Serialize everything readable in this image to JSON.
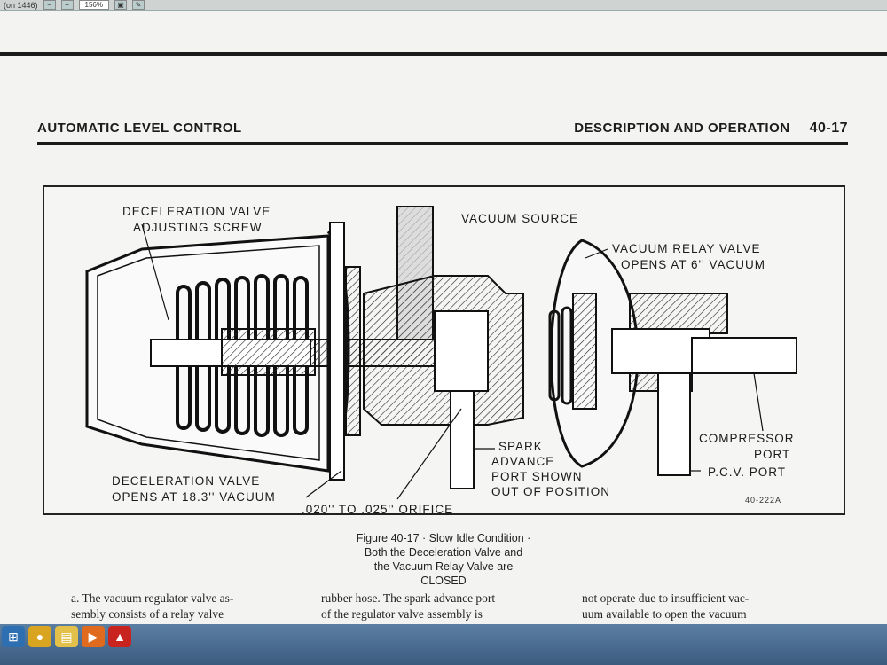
{
  "toolbar": {
    "doc_indicator": "(on 1446)",
    "zoom": "156%"
  },
  "header": {
    "left_title": "AUTOMATIC LEVEL CONTROL",
    "right_title": "DESCRIPTION AND OPERATION",
    "page_number": "40-17"
  },
  "figure": {
    "labels": {
      "decel_screw_1": "DECELERATION VALVE",
      "decel_screw_2": "ADJUSTING SCREW",
      "vacuum_source": "VACUUM SOURCE",
      "relay_1": "VACUUM RELAY VALVE",
      "relay_2": "OPENS AT 6'' VACUUM",
      "decel_opens_1": "DECELERATION VALVE",
      "decel_opens_2": "OPENS AT 18.3'' VACUUM",
      "orifice": ".020'' TO .025'' ORIFICE",
      "spark_1": "SPARK",
      "spark_2": "ADVANCE",
      "spark_3": "PORT SHOWN",
      "spark_4": "OUT OF POSITION",
      "compressor_1": "COMPRESSOR",
      "compressor_2": "PORT",
      "pcv": "P.C.V. PORT",
      "code": "40-222A"
    },
    "caption_1": "Figure 40-17 · Slow Idle Condition ·",
    "caption_2": "Both the Deceleration Valve and",
    "caption_3": "the Vacuum Relay Valve are",
    "caption_4": "CLOSED"
  },
  "body_text": {
    "col1_line1": "a. The vacuum regulator valve as-",
    "col1_line2": "sembly consists of a relay valve",
    "col2_line1": "rubber hose. The spark advance port",
    "col2_line2": "of the regulator valve assembly is",
    "col3_line1": "not operate due to insufficient vac-",
    "col3_line2": "uum available to open the vacuum"
  }
}
